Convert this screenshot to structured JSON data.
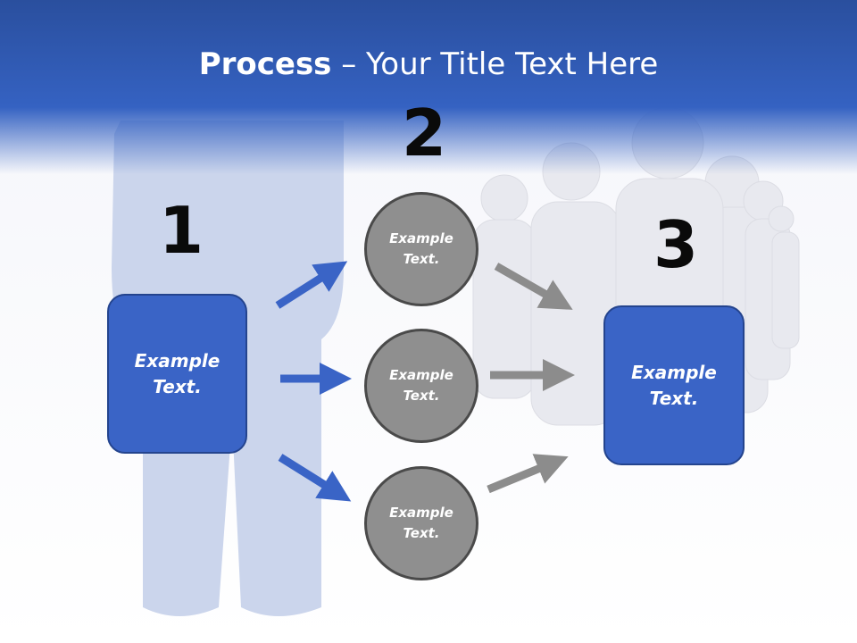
{
  "title": {
    "bold": "Process",
    "rest": " – Your Title Text Here"
  },
  "steps": [
    {
      "number": "1",
      "text": "Example\nText."
    },
    {
      "number": "2",
      "circles": [
        "Example\nText.",
        "Example\nText.",
        "Example\nText."
      ]
    },
    {
      "number": "3",
      "text": "Example\nText."
    }
  ],
  "colors": {
    "header": "#3562c2",
    "box": "#3a64c6",
    "circle": "#8f8f8f",
    "arrow_blue": "#3a64c6",
    "arrow_gray": "#8c8c8c"
  }
}
